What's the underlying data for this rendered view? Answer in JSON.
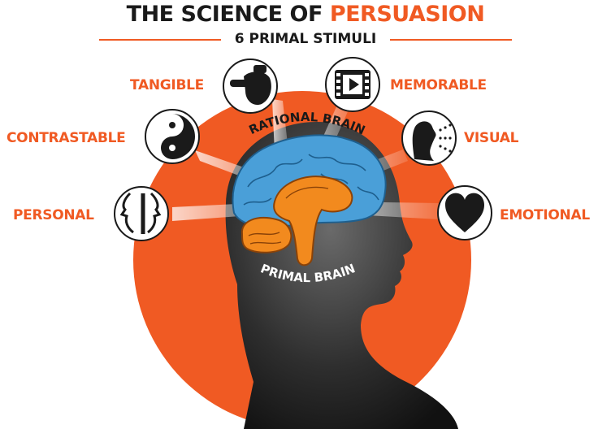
{
  "header": {
    "title_main": "THE SCIENCE OF",
    "title_accent": "PERSUASION",
    "subtitle": "6 PRIMAL STIMULI"
  },
  "brain": {
    "rational_label": "RATIONAL BRAIN",
    "primal_label": "PRIMAL BRAIN"
  },
  "stimuli": [
    {
      "id": "tangible",
      "label": "TANGIBLE",
      "icon": "pointing-hand-icon"
    },
    {
      "id": "memorable",
      "label": "MEMORABLE",
      "icon": "film-play-icon"
    },
    {
      "id": "contrastable",
      "label": "CONTRASTABLE",
      "icon": "yin-yang-icon"
    },
    {
      "id": "visual",
      "label": "VISUAL",
      "icon": "eye-sight-icon"
    },
    {
      "id": "personal",
      "label": "PERSONAL",
      "icon": "faces-icon"
    },
    {
      "id": "emotional",
      "label": "EMOTIONAL",
      "icon": "heart-icon"
    }
  ],
  "colors": {
    "accent": "#f05a23",
    "dark": "#1a1a1a",
    "rational_brain": "#4a9fd8",
    "primal_brain": "#f28a1e"
  }
}
